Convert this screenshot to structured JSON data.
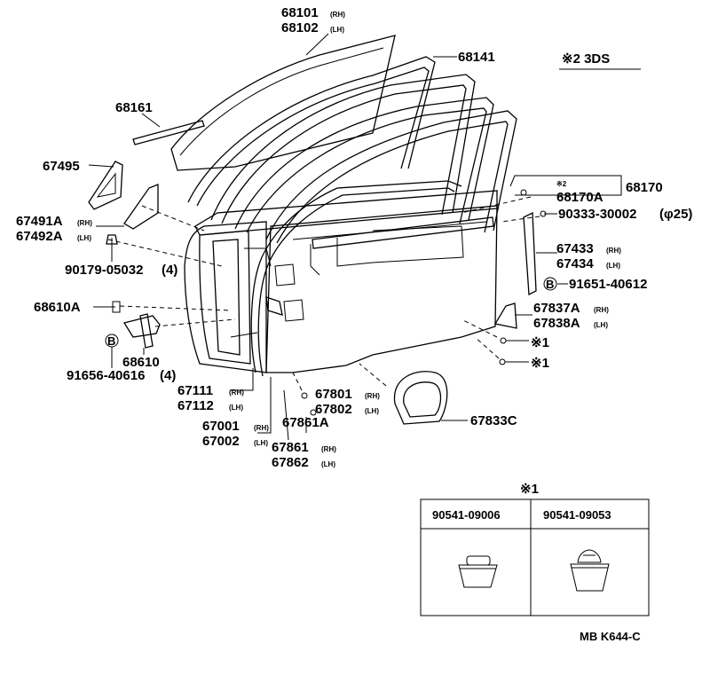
{
  "diagram_code": "※2 3DS",
  "code_note": "MB K644-C",
  "callouts": {
    "c68101": "68101",
    "c68101_s": "(RH)",
    "c68102": "68102",
    "c68102_s": "(LH)",
    "c68141": "68141",
    "c68161": "68161",
    "c67495": "67495",
    "c67491a": "67491A",
    "c67491a_s": "(RH)",
    "c67492a": "67492A",
    "c67492a_s": "(LH)",
    "c90179": "90179-05032",
    "c90179_q": "(4)",
    "c68610a": "68610A",
    "c68610": "68610",
    "c91656": "91656-40616",
    "c91656_q": "(4)",
    "c67111": "67111",
    "c67111_s": "(RH)",
    "c67112": "67112",
    "c67112_s": "(LH)",
    "c67001": "67001",
    "c67001_s": "(RH)",
    "c67002": "67002",
    "c67002_s": "(LH)",
    "c67861": "67861",
    "c67861_s": "(RH)",
    "c67862": "67862",
    "c67862_s": "(LH)",
    "c67861a": "67861A",
    "c67801": "67801",
    "c67801_s": "(RH)",
    "c67802": "67802",
    "c67802_s": "(LH)",
    "c67833c": "67833C",
    "c68170": "68170",
    "c68170a_mark": "※2",
    "c68170a": "68170A",
    "c90333": "90333-30002",
    "c90333_q": "(φ25)",
    "c67433": "67433",
    "c67433_s": "(RH)",
    "c67434": "67434",
    "c67434_s": "(LH)",
    "c91651": "91651-40612",
    "c67837a": "67837A",
    "c67837a_s": "(RH)",
    "c67838a": "67838A",
    "c67838a_s": "(LH)",
    "ref1a": "※1",
    "ref1b": "※1",
    "bolt_mark_a": "B",
    "bolt_mark_b": "B"
  },
  "clip_table": {
    "title": "※1",
    "headers": [
      "90541-09006",
      "90541-09053"
    ]
  }
}
